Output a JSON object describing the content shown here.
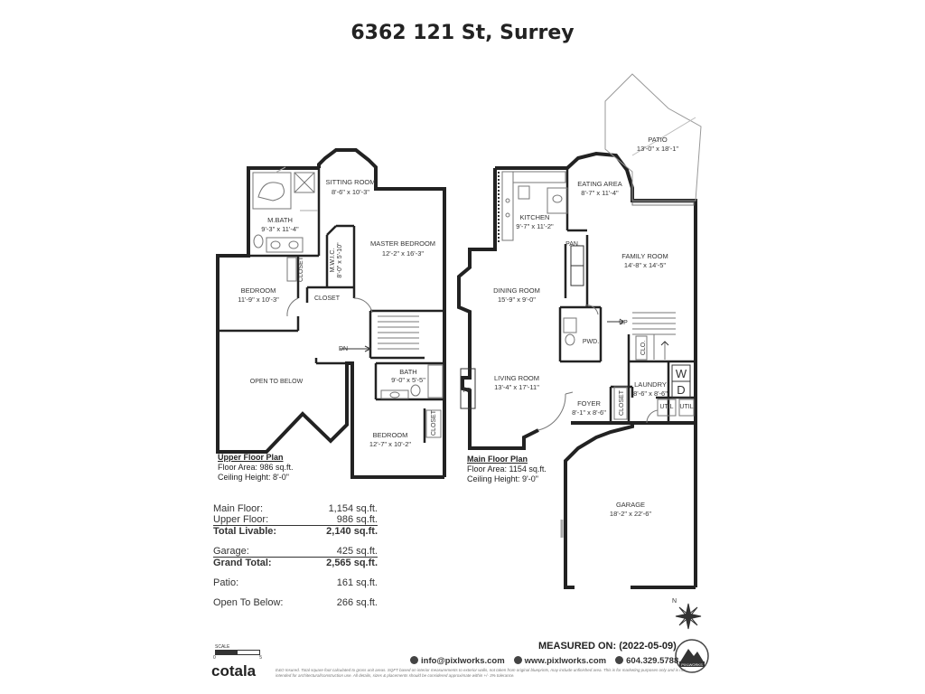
{
  "title": "6362 121 St, Surrey",
  "upper_floor": {
    "heading": "Upper Floor Plan",
    "area": "Floor Area: 986 sq.ft.",
    "ceiling": "Ceiling Height: 8'-0\"",
    "rooms": {
      "sitting_room": {
        "name": "SITTING ROOM",
        "dim": "8'-6\" x 10'-3\""
      },
      "master_bedroom": {
        "name": "MASTER BEDROOM",
        "dim": "12'-2\" x 16'-3\""
      },
      "mbath": {
        "name": "M.BATH",
        "dim": "9'-3\" x 11'-4\""
      },
      "mwic": {
        "name": "M.W.I.C.",
        "dim": "8'-0\" x 5'-10\""
      },
      "bedroom1": {
        "name": "BEDROOM",
        "dim": "11'-9\" x 10'-3\""
      },
      "closet_a": "CLOSET",
      "closet_b": "CLOSET",
      "closet_c": "CLOSET",
      "open_to_below": "OPEN TO BELOW",
      "dn": "DN",
      "bath": {
        "name": "BATH",
        "dim": "9'-0\" x 5'-5\""
      },
      "bedroom2": {
        "name": "BEDROOM",
        "dim": "12'-7\" x 10'-2\""
      }
    }
  },
  "main_floor": {
    "heading": "Main Floor Plan",
    "area": "Floor Area: 1154 sq.ft.",
    "ceiling": "Ceiling Height: 9'-0\"",
    "rooms": {
      "patio": {
        "name": "PATIO",
        "dim": "13'-0\" x 18'-1\""
      },
      "eating_area": {
        "name": "EATING AREA",
        "dim": "8'-7\" x 11'-4\""
      },
      "kitchen": {
        "name": "KITCHEN",
        "dim": "9'-7\" x 11'-2\""
      },
      "pan": "PAN.",
      "family_room": {
        "name": "FAMILY ROOM",
        "dim": "14'-8\" x 14'-5\""
      },
      "dining_room": {
        "name": "DINING ROOM",
        "dim": "15'-9\" x 9'-0\""
      },
      "pwd": "PWD.",
      "up": "UP",
      "clo": "CLO.",
      "living_room": {
        "name": "LIVING ROOM",
        "dim": "13'-4\" x 17'-11\""
      },
      "fp": "FP",
      "laundry": {
        "name": "LAUNDRY",
        "dim": "8'-6\" x 8'-6\""
      },
      "w": "W",
      "d": "D",
      "foyer": {
        "name": "FOYER",
        "dim": "8'-1\" x 8'-6\""
      },
      "closet": "CLOSET",
      "util1": "UTIL",
      "util2": "UTIL",
      "garage": {
        "name": "GARAGE",
        "dim": "18'-2\" x 22'-6\""
      }
    }
  },
  "summary": [
    {
      "label": "Main Floor:",
      "value": "1,154 sq.ft.",
      "bold": false,
      "underline": false
    },
    {
      "label": "Upper Floor:",
      "value": "986 sq.ft.",
      "bold": false,
      "underline": true
    },
    {
      "label": "Total Livable:",
      "value": "2,140 sq.ft.",
      "bold": true,
      "underline": false
    },
    {
      "label": "Garage:",
      "value": "425 sq.ft.",
      "bold": false,
      "underline": true
    },
    {
      "label": "Grand Total:",
      "value": "2,565 sq.ft.",
      "bold": true,
      "underline": false
    },
    {
      "label": "Patio:",
      "value": "161 sq.ft.",
      "bold": false,
      "underline": false
    },
    {
      "label": "Open To Below:",
      "value": "266 sq.ft.",
      "bold": false,
      "underline": false
    }
  ],
  "measured_on": "MEASURED ON: (2022-05-09)",
  "contacts": {
    "email": "info@pixlworks.com",
    "web": "www.pixlworks.com",
    "phone": "604.329.5788"
  },
  "disclaimer": "E&O Insured. Total square foot calculated to gross unit areas. SQFT based on interior measurements to exterior walls, not taken from original blueprints, may include unfinished area. This is for marketing purposes only and is not intended for architectural/construction use. All details, sizes & placements should be considered approximate within +/- 3% tolerance.",
  "brand": "cotala",
  "scale": {
    "label": "SCALE",
    "min": "0",
    "max": "5"
  },
  "north": "N",
  "logo_text": "PIXLWORKS",
  "colors": {
    "wall": "#222222",
    "line": "#555555",
    "fixture": "#888888"
  }
}
